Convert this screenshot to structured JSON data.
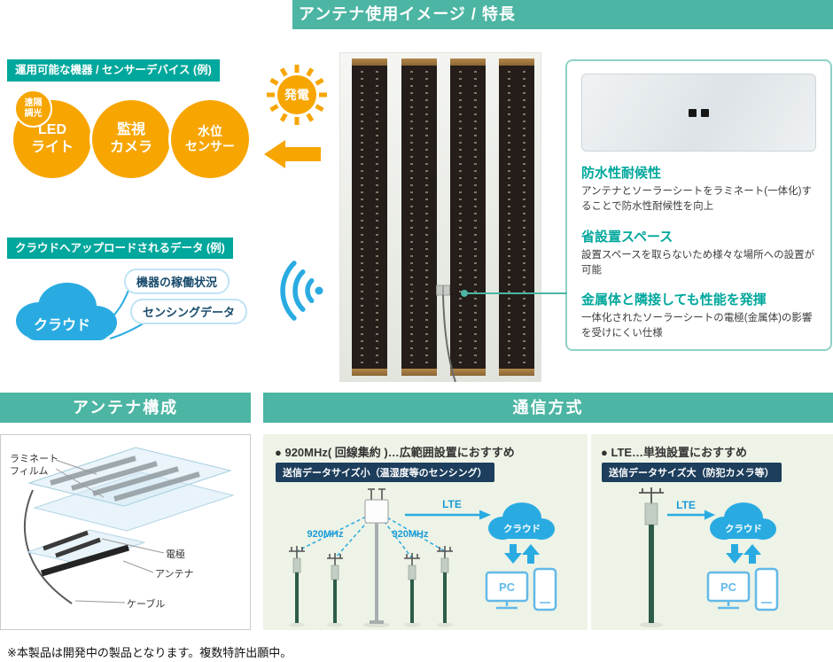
{
  "header": {
    "title": "アンテナ使用イメージ / 特長"
  },
  "usage": {
    "devices_label": "運用可能な機器 / センサーデバイス (例)",
    "badge": "遠隔\n調光",
    "circles": [
      {
        "line1": "LED",
        "line2": "ライト"
      },
      {
        "line1": "監視",
        "line2": "カメラ"
      },
      {
        "line1": "水位",
        "line2": "センサー"
      }
    ],
    "sun_label": "発電",
    "cloud_section_label": "クラウドへアップロードされるデータ (例)",
    "cloud_label": "クラウド",
    "data_tags": [
      "機器の稼働状況",
      "センシングデータ"
    ]
  },
  "features": {
    "items": [
      {
        "title": "防水性耐候性",
        "desc": "アンテナとソーラーシートをラミネート(一体化)することで防水性耐候性を向上"
      },
      {
        "title": "省設置スペース",
        "desc": "設置スペースを取らないため様々な場所への設置が可能"
      },
      {
        "title": "金属体と隣接しても性能を発揮",
        "desc": "一体化されたソーラーシートの電極(金属体)の影響を受けにくい仕様"
      }
    ]
  },
  "composition": {
    "title": "アンテナ構成",
    "laminate_label": "ラミネート\nフィルム",
    "electrode_label": "電極",
    "antenna_label": "アンテナ",
    "cable_label": "ケーブル"
  },
  "comms": {
    "title": "通信方式",
    "mhz920": {
      "heading": "● 920MHz( 回線集約 )…広範囲設置におすすめ",
      "tag": "送信データサイズ小（温湿度等のセンシング）",
      "freq_label_left": "920MHz",
      "freq_label_right": "920MHz",
      "lte_label": "LTE",
      "cloud_label": "クラウド",
      "pc_label": "PC"
    },
    "lte": {
      "heading": "● LTE…単独設置におすすめ",
      "tag": "送信データサイズ大（防犯カメラ等）",
      "lte_label": "LTE",
      "cloud_label": "クラウド",
      "pc_label": "PC"
    }
  },
  "footer": {
    "note": "※本製品は開発中の製品となります。複数特許出願中。"
  },
  "colors": {
    "teal": "#4cb5a3",
    "teal_dark": "#00a79c",
    "orange": "#f7a500",
    "blue": "#29abe2",
    "navy": "#1d3e5c",
    "light_green": "#edf3e6"
  }
}
